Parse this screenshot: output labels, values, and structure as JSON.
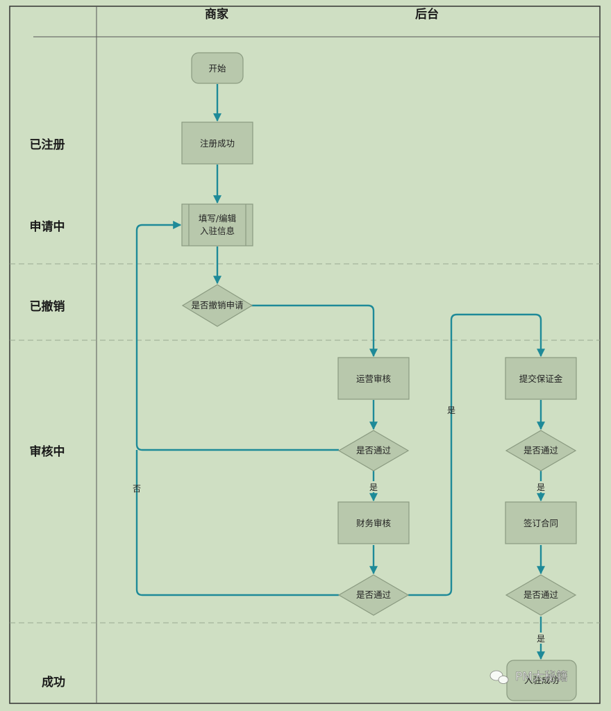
{
  "columns": {
    "merchant": "商家",
    "backend": "后台"
  },
  "lanes": {
    "registered": "已注册",
    "applying": "申请中",
    "revoked": "已撤销",
    "reviewing": "审核中",
    "success": "成功"
  },
  "nodes": {
    "start": "开始",
    "register_ok": "注册成功",
    "fill_line1": "填写/编辑",
    "fill_line2": "入驻信息",
    "revoke_q": "是否撤销申请",
    "ops_review": "运营审核",
    "pass_q1": "是否通过",
    "fin_review": "财务审核",
    "pass_q2": "是否通过",
    "deposit": "提交保证金",
    "pass_q3": "是否通过",
    "contract": "签订合同",
    "pass_q4": "是否通过",
    "end": "入驻成功"
  },
  "edge_labels": {
    "yes1": "是",
    "no": "否",
    "yes2": "是",
    "yes3": "是",
    "yes4": "是"
  },
  "watermark": "PM大秘籍",
  "colors": {
    "background": "#cfdfc3",
    "node_fill": "#b8c8ac",
    "connector": "#1e8a98"
  }
}
